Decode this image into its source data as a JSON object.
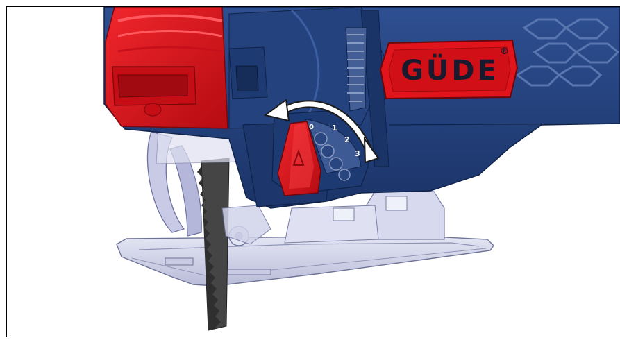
{
  "illustration": {
    "brand_logo": "GÜDE",
    "registered_mark": "®",
    "dial_numbers": [
      "0",
      "1",
      "2",
      "3"
    ],
    "colors": {
      "body_blue": "#24427d",
      "body_blue_dark": "#17305f",
      "body_blue_light": "#3c5fa3",
      "accent_red": "#e2141b",
      "accent_red_dark": "#a10a10",
      "base_plate": "#d3d5ea",
      "base_plate_dark": "#8f93b4",
      "blade": "#4a4a4a",
      "arrow_white": "#ffffff"
    },
    "icons": [
      "rotate-arrow-icon",
      "lever-arrow-icon"
    ]
  }
}
